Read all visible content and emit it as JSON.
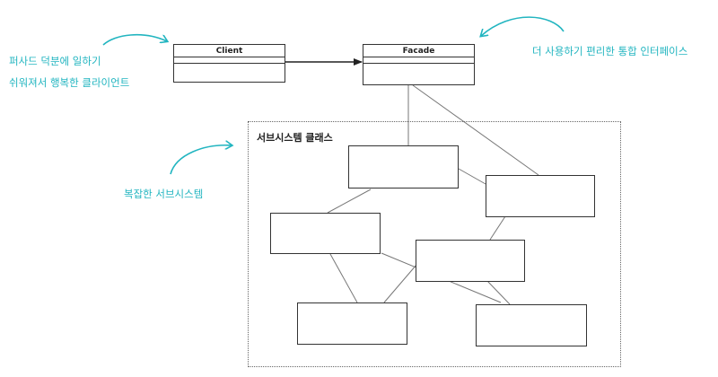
{
  "classes": {
    "client": "Client",
    "facade": "Facade"
  },
  "subsystem": {
    "title": "서브시스템 클래스"
  },
  "annotations": {
    "client_note_line1": "퍼사드 덕분에 일하기",
    "client_note_line2": "쉬워져서 행복한 클라이언트",
    "facade_note": "더 사용하기 편리한 통합 인터페이스",
    "subsystem_note": "복잡한 서브시스템"
  },
  "colors": {
    "annotation": "#22b5c0",
    "box_border": "#333333",
    "connector": "#777777",
    "frame_border": "#666666"
  }
}
